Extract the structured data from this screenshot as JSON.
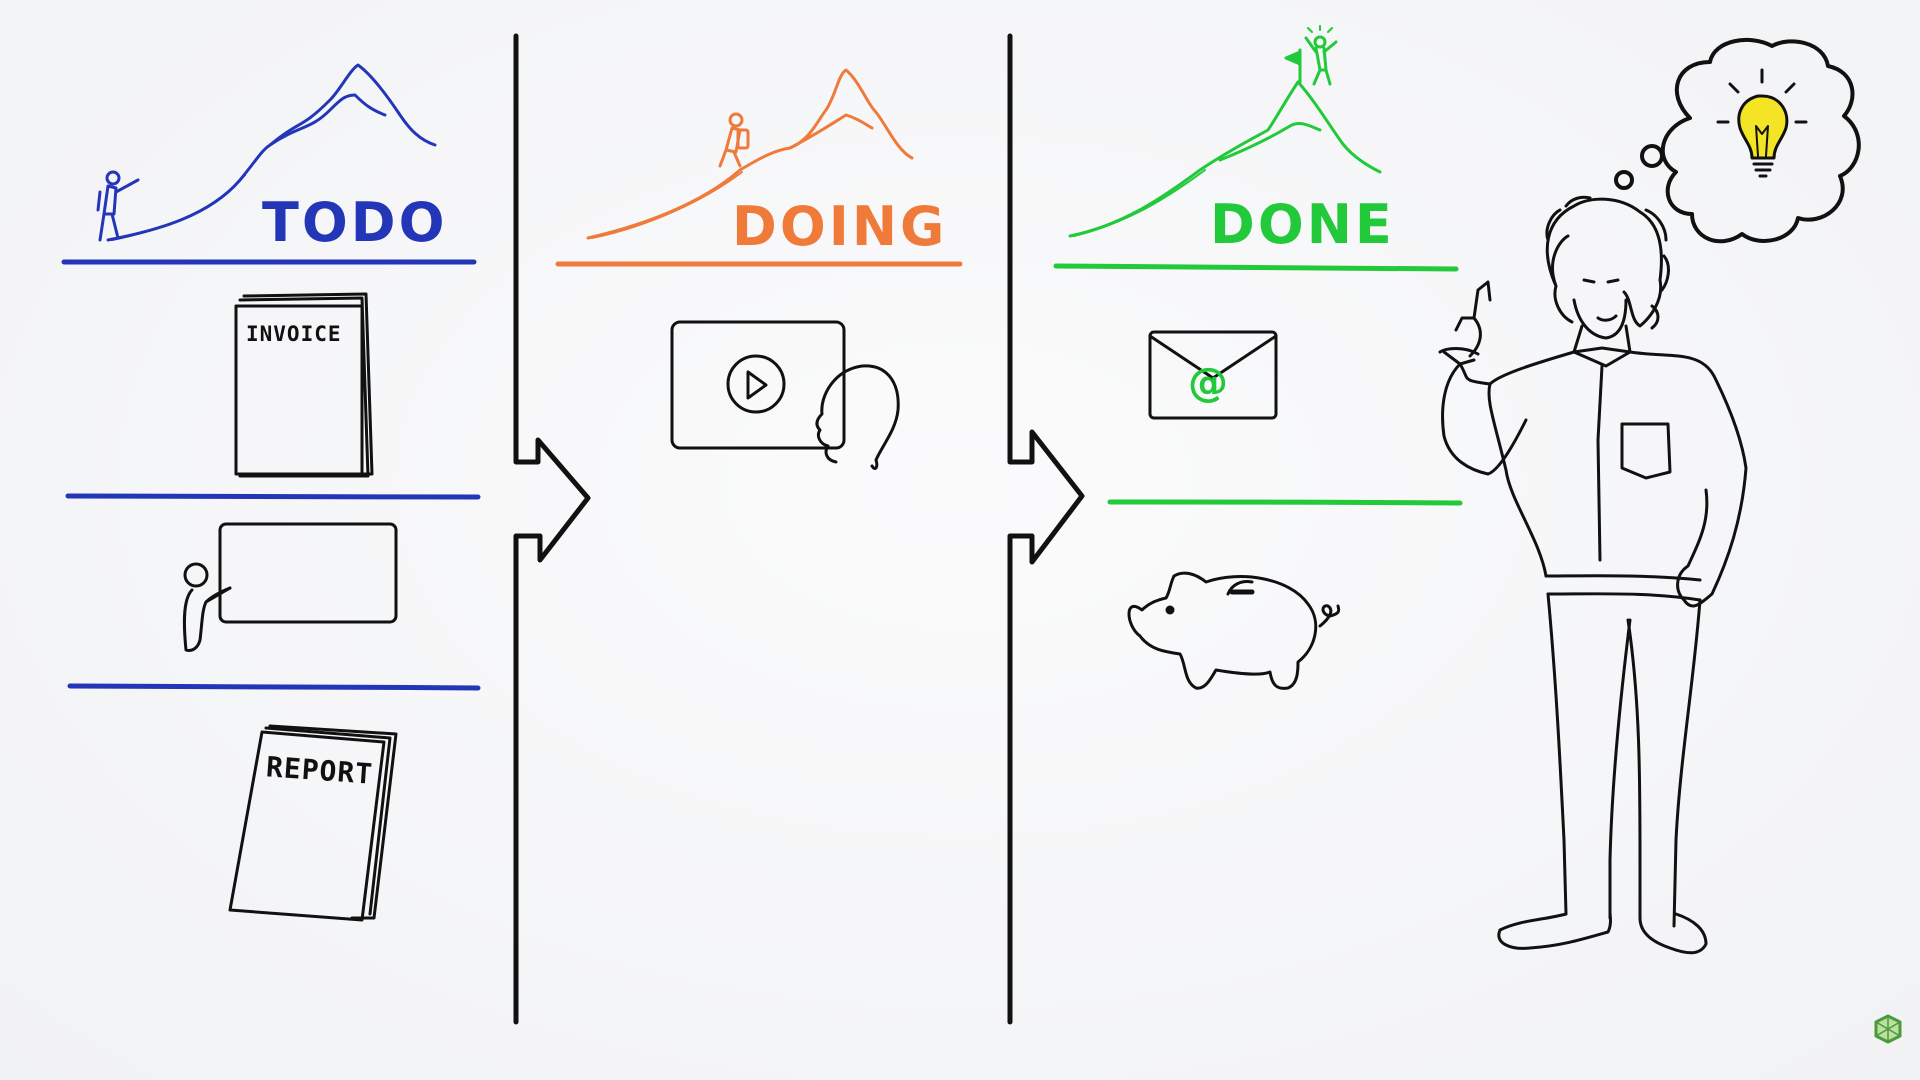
{
  "columns": {
    "todo": {
      "title": "TODO",
      "color": "#2436b8",
      "cards": {
        "invoice_label": "INVOICE",
        "report_label": "REPORT"
      }
    },
    "doing": {
      "title": "DOING",
      "color": "#f07a3a"
    },
    "done": {
      "title": "DONE",
      "color": "#22c93a",
      "email_symbol": "@"
    }
  },
  "icons": [
    "hiker-icon",
    "mountain-icon",
    "invoice-document-icon",
    "presenter-board-icon",
    "report-document-icon",
    "video-play-icon",
    "person-head-icon",
    "arrow-right-icon",
    "flag-icon",
    "celebrating-climber-icon",
    "email-envelope-icon",
    "piggy-bank-icon",
    "thought-bubble-icon",
    "lightbulb-icon",
    "presenter-person-icon",
    "logo-icon"
  ]
}
